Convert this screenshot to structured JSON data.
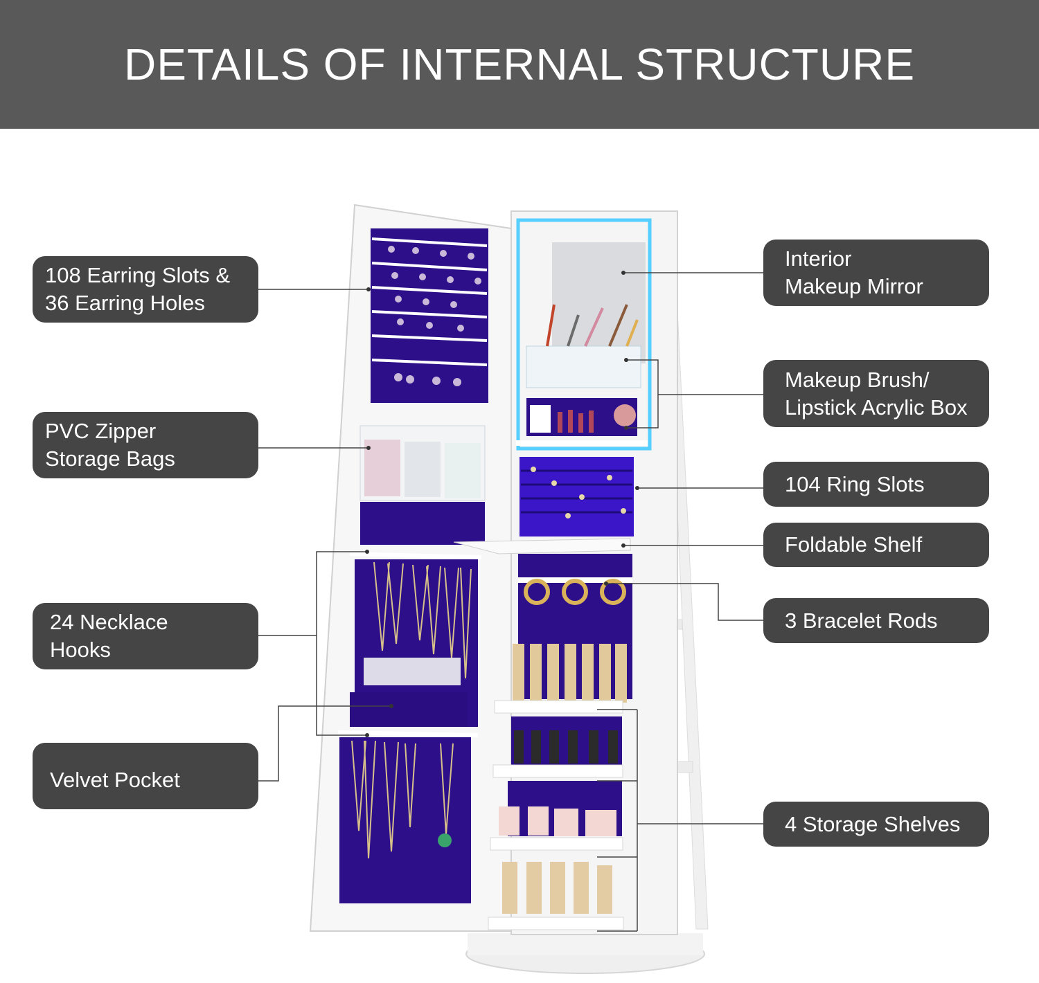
{
  "title": "DETAILS OF INTERNAL STRUCTURE",
  "colors": {
    "header": "#595959",
    "label_bg": "#454545",
    "velvet": "#2d0f8a",
    "led": "#38c8ff",
    "cabinet": "#f7f7f7"
  },
  "left_labels": [
    {
      "line1": "108 Earring Slots &",
      "line2": "36 Earring Holes"
    },
    {
      "line1": "PVC Zipper",
      "line2": "Storage Bags"
    },
    {
      "line1": "24 Necklace",
      "line2": "Hooks"
    },
    {
      "line1": "Velvet Pocket",
      "line2": ""
    }
  ],
  "right_labels": [
    {
      "line1": "Interior",
      "line2": "Makeup Mirror"
    },
    {
      "line1": "Makeup Brush/",
      "line2": "Lipstick Acrylic Box"
    },
    {
      "line1": "104 Ring Slots",
      "line2": ""
    },
    {
      "line1": "Foldable Shelf",
      "line2": ""
    },
    {
      "line1": "3 Bracelet Rods",
      "line2": ""
    },
    {
      "line1": "4 Storage Shelves",
      "line2": ""
    }
  ]
}
